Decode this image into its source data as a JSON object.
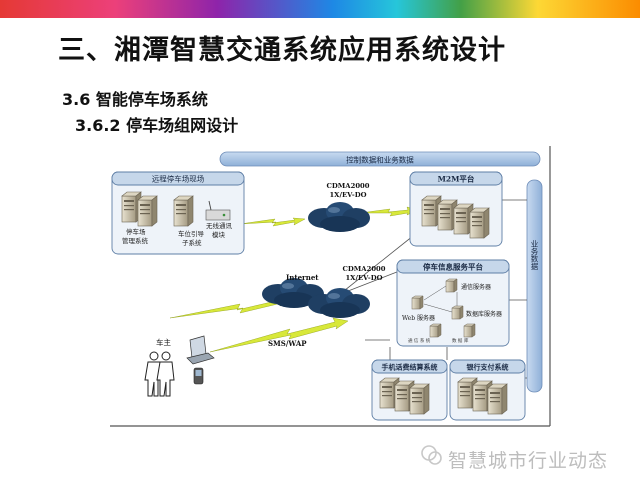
{
  "slide": {
    "title": "三、湘潭智慧交通系统应用系统设计",
    "section": "3.6 智能停车场系统",
    "subsection": "3.6.2 停车场组网设计"
  },
  "diagram": {
    "top_bus": "控制数据和业务数据",
    "right_bus": "业务数据",
    "remote_site": {
      "title": "远程停车场现场",
      "server1_label": [
        "停车场",
        "管理系统"
      ],
      "server2_label": [
        "车位引导",
        "子系统"
      ],
      "modem_label": [
        "无线通讯",
        "模块"
      ]
    },
    "cloud_top": [
      "CDMA2000",
      "1X/EV-DO"
    ],
    "m2m": {
      "title": "M2M平台"
    },
    "internet": "Internet",
    "cloud_mid": [
      "CDMA2000",
      "1X/EV-DO"
    ],
    "parking_info": {
      "title": "停车信息服务平台",
      "web_server": "Web 服务器",
      "comm_server": "通信服务器",
      "db_server": "数据库服务器",
      "small_a": "通 信 系 统",
      "small_b": "数 据 库"
    },
    "car_owner": "车主",
    "sms_wap": "SMS/WAP",
    "billing": {
      "title": "手机话费结算系统"
    },
    "bank": {
      "title": "银行支付系统"
    }
  },
  "watermark": "智慧城市行业动态",
  "colors": {
    "panel_fill": "#eef3f9",
    "panel_stroke": "#5f7fa6",
    "header_fill": "#c6d7ea",
    "bus_fill": "#a9c2e4",
    "cloud": "#1f3f63",
    "lightning": "#d8e83a"
  }
}
